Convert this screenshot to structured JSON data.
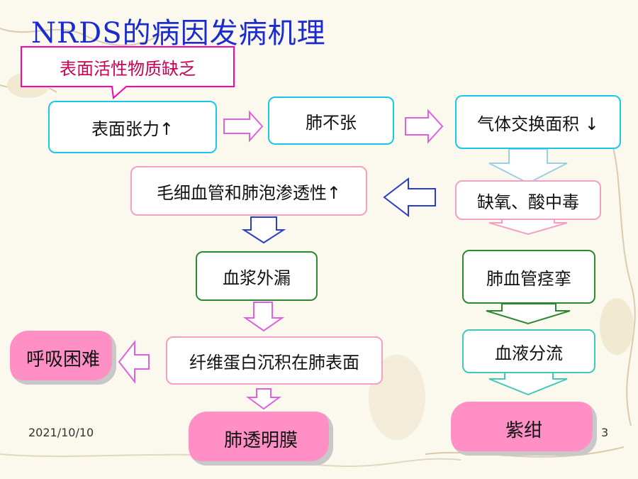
{
  "slide": {
    "title": "NRDS的病因发病机理",
    "date": "2021/10/10",
    "page_number": "3"
  },
  "nodes": {
    "surfactant_deficiency": "表面活性物质缺乏",
    "surface_tension": "表面张力↑",
    "atelectasis": "肺不张",
    "gas_exchange": "气体交换面积 ↓",
    "permeability": "毛细血管和肺泡渗透性↑",
    "hypoxia_acidosis": "缺氧、酸中毒",
    "plasma_leak": "血浆外漏",
    "pulmonary_spasm": "肺血管痉挛",
    "dyspnea": "呼吸困难",
    "fibrin_deposit": "纤维蛋白沉积在肺表面",
    "shunt": "血液分流",
    "hyaline_membrane": "肺透明膜",
    "cyanosis": "紫绀"
  },
  "colors": {
    "title": "#1a2bd0",
    "callout": "#ff00b0",
    "cyan": "#17c8e8",
    "pink": "#f4a0c4",
    "green": "#2b8a2e",
    "teal": "#42c8b8",
    "pill": "#ff8fc4",
    "arrow_pink": "#e060e0",
    "arrow_blue": "#2a3ec8"
  }
}
